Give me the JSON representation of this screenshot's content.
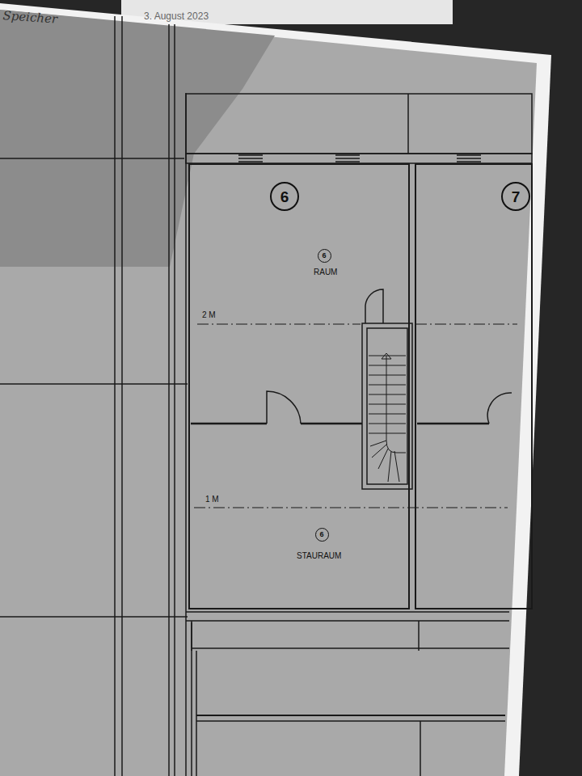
{
  "diagram": {
    "nodes": [
      {
        "text": [
          "6"
        ]
      },
      {
        "text": [
          "7"
        ]
      },
      {
        "text": [
          "6"
        ]
      },
      {
        "text": [
          "6"
        ]
      }
    ],
    "labels": [
      "Speicher",
      "3. August 2023",
      "RAUM",
      "2 M",
      "1 M",
      "STAURAUM"
    ]
  }
}
